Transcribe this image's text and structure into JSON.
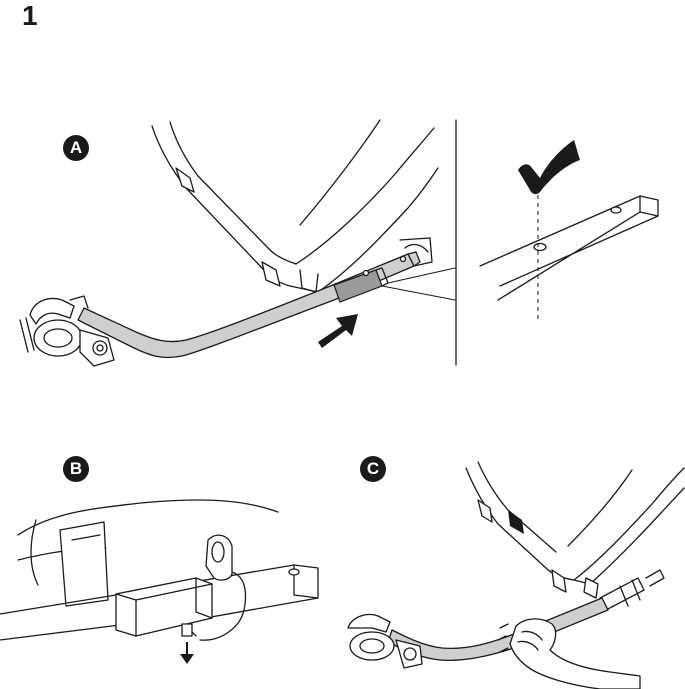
{
  "step": {
    "number": "1"
  },
  "panels": {
    "a": {
      "badge": "A"
    },
    "b": {
      "badge": "B"
    },
    "c": {
      "badge": "C"
    }
  },
  "colors": {
    "ink": "#1a1a1a",
    "tube_fill": "#cfcfcf",
    "sleeve_fill": "#9a9a9a",
    "background": "#ffffff"
  },
  "icons": [
    "check-mark-icon",
    "push-arrow-icon",
    "down-arrow-icon"
  ]
}
